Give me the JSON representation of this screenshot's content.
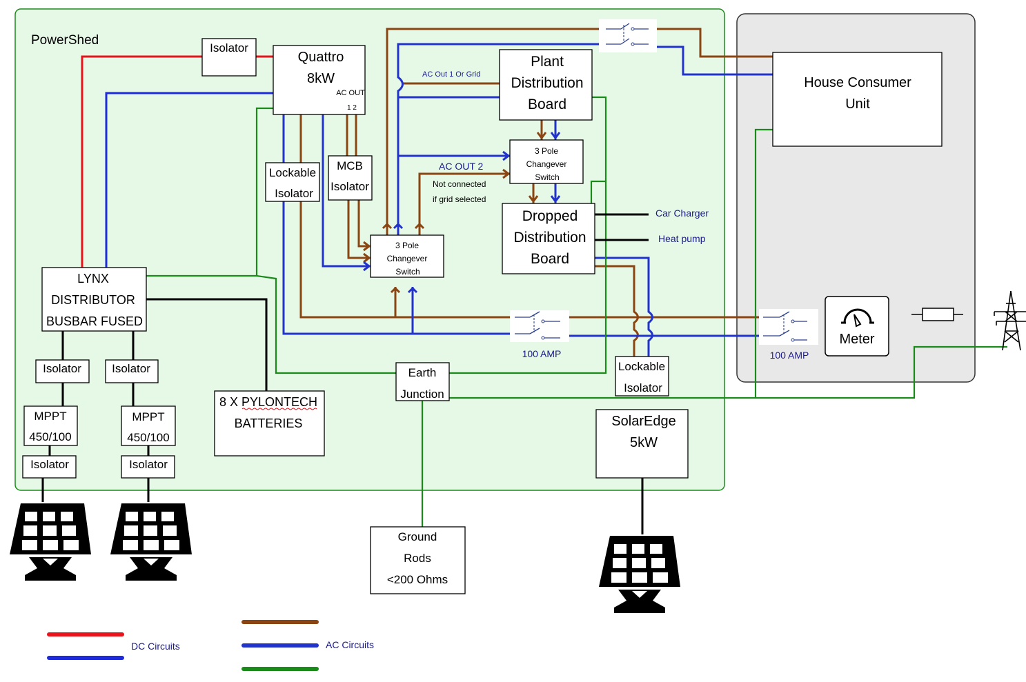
{
  "colors": {
    "dc_red": "#e8141c",
    "dc_blue": "#1f2bd6",
    "ac_brown": "#8b4513",
    "ac_blue": "#2233cc",
    "earth_green": "#1a8a1a",
    "powershed_fill": "#e6f9e6",
    "house_fill": "#e8e8e8"
  },
  "icons": [
    "solar-panel-icon",
    "pylon-icon",
    "meter-gauge-icon",
    "fuse-icon",
    "switch-icon"
  ],
  "powershed": {
    "title": "PowerShed"
  },
  "components": {
    "isolator_top": "Isolator",
    "quattro": {
      "line1": "Quattro",
      "line2": "8kW",
      "ac_out": "AC OUT",
      "ac_out_nums": "1 2"
    },
    "lockable_isolator_left": {
      "line1": "Lockable",
      "line2": "Isolator"
    },
    "mcb_isolator": {
      "line1": "MCB",
      "line2": "Isolator"
    },
    "changeover_left": {
      "line1": "3 Pole",
      "line2": "Changever",
      "line3": "Switch"
    },
    "changeover_right": {
      "line1": "3 Pole",
      "line2": "Changever",
      "line3": "Switch"
    },
    "plant_board": {
      "line1": "Plant",
      "line2": "Distribution",
      "line3": "Board"
    },
    "dropped_board": {
      "line1": "Dropped",
      "line2": "Distribution",
      "line3": "Board"
    },
    "lynx": {
      "line1": "LYNX",
      "line2": "DISTRIBUTOR",
      "line3": "BUSBAR FUSED"
    },
    "isolator_mppt_left_top": "Isolator",
    "isolator_mppt_right_top": "Isolator",
    "mppt_left": {
      "line1": "MPPT",
      "line2": "450/100"
    },
    "mppt_right": {
      "line1": "MPPT",
      "line2": "450/100"
    },
    "isolator_mppt_left_bottom": "Isolator",
    "isolator_mppt_right_bottom": "Isolator",
    "batteries": {
      "line1": "8 X PYLONTECH",
      "line2": "BATTERIES"
    },
    "earth_junction": {
      "line1": "Earth",
      "line2": "Junction"
    },
    "lockable_isolator_right": {
      "line1": "Lockable",
      "line2": "Isolator"
    },
    "solaredge": {
      "line1": "SolarEdge",
      "line2": "5kW"
    },
    "ground_rods": {
      "line1": "Ground",
      "line2": "Rods",
      "line3": "<200 Ohms"
    },
    "house_consumer_unit": {
      "line1": "House Consumer",
      "line2": "Unit"
    },
    "meter": "Meter"
  },
  "annotations": {
    "ac_out_1_or_grid": "AC Out 1 Or Grid",
    "ac_out_2": "AC OUT 2",
    "not_connected_1": "Not connected",
    "not_connected_2": "if grid selected",
    "car_charger": "Car Charger",
    "heat_pump": "Heat pump",
    "amp_left": "100 AMP",
    "amp_right": "100 AMP"
  },
  "legend": {
    "dc": "DC Circuits",
    "ac": "AC Circuits"
  }
}
